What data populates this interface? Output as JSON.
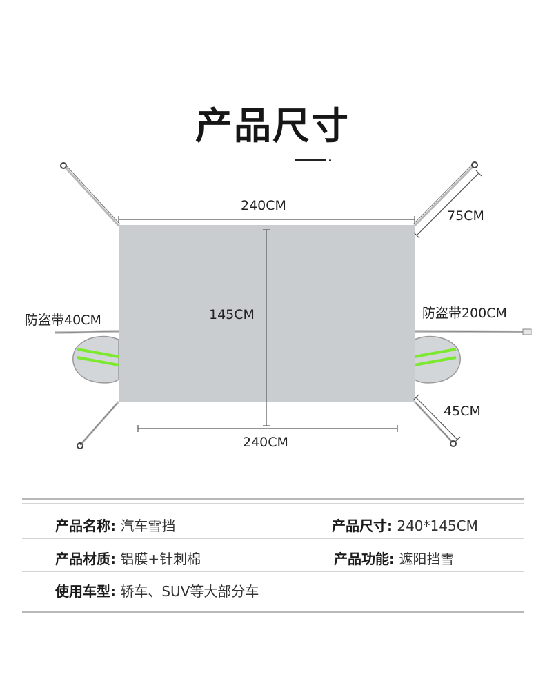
{
  "title": "产品尺寸",
  "diagram": {
    "top_width": "240CM",
    "bottom_width": "240CM",
    "height": "145CM",
    "upper_strap": "75CM",
    "lower_strap": "45CM",
    "left_anti_theft": "防盗带40CM",
    "right_anti_theft": "防盗带200CM",
    "colors": {
      "panel": "#c9cdd0",
      "mirror": "#d3d6d8",
      "reflective_stripe": "#7bea2e",
      "line": "#555555"
    }
  },
  "specs": [
    [
      {
        "key": "产品名称:",
        "value": "汽车雪挡"
      },
      {
        "key": "产品尺寸:",
        "value": "240*145CM"
      }
    ],
    [
      {
        "key": "产品材质:",
        "value": "铝膜+针刺棉"
      },
      {
        "key": "产品功能:",
        "value": "遮阳挡雪"
      }
    ],
    [
      {
        "key": "使用车型:",
        "value": "轿车、SUV等大部分车"
      }
    ]
  ]
}
